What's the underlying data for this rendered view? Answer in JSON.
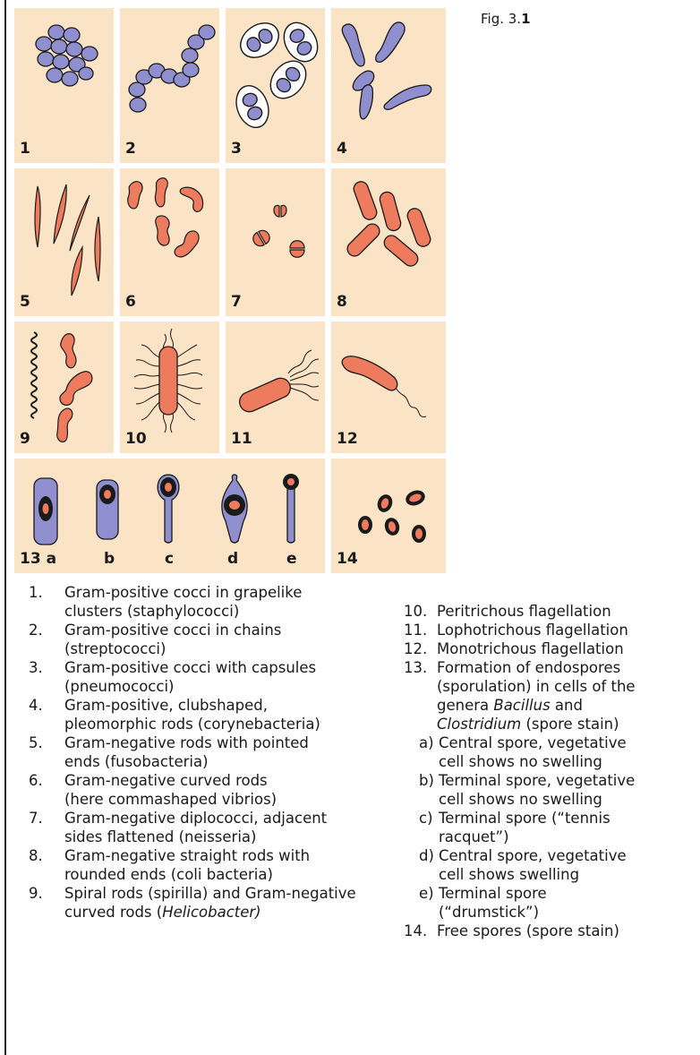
{
  "figure_label": {
    "prefix": "Fig. 3.",
    "number": "1"
  },
  "panels": {
    "p1": "1",
    "p2": "2",
    "p3": "3",
    "p4": "4",
    "p5": "5",
    "p6": "6",
    "p7": "7",
    "p8": "8",
    "p9": "9",
    "p10": "10",
    "p11": "11",
    "p12": "12",
    "p13a": "13 a",
    "p13b": "b",
    "p13c": "c",
    "p13d": "d",
    "p13e": "e",
    "p14": "14"
  },
  "colors": {
    "panel_bg": "#fbe3c6",
    "gram_positive": "#8f8fcf",
    "gram_negative": "#ee7b5e",
    "outline": "#1a1a1a"
  },
  "captions_left": [
    {
      "num": "1.",
      "lines": [
        "Gram-positive cocci in grapelike",
        "clusters (staphylococci)"
      ]
    },
    {
      "num": "2.",
      "lines": [
        "Gram-positive cocci in chains",
        "(streptococci)"
      ]
    },
    {
      "num": "3.",
      "lines": [
        "Gram-positive cocci with capsules",
        "(pneumococci)"
      ]
    },
    {
      "num": "4.",
      "lines": [
        "Gram-positive, clubshaped,",
        "pleomorphic rods (corynebacteria)"
      ]
    },
    {
      "num": "5.",
      "lines": [
        "Gram-negative rods with pointed",
        "ends (fusobacteria)"
      ]
    },
    {
      "num": "6.",
      "lines": [
        "Gram-negative curved rods",
        "(here commashaped vibrios)"
      ]
    },
    {
      "num": "7.",
      "lines": [
        "Gram-negative diplococci, adjacent",
        "sides flattened (neisseria)"
      ]
    },
    {
      "num": "8.",
      "lines": [
        "Gram-negative straight rods with",
        "rounded ends (coli bacteria)"
      ]
    },
    {
      "num": "9.",
      "lines": [
        "Spiral rods (spirilla) and Gram-negative",
        "curved rods ("
      ],
      "italic_tail": "Helicobacter)"
    }
  ],
  "captions_right": {
    "c10": {
      "num": "10.",
      "text": "Peritrichous flagellation"
    },
    "c11": {
      "num": "11.",
      "text": "Lophotrichous flagellation"
    },
    "c12": {
      "num": "12.",
      "text": "Monotrichous flagellation"
    },
    "c13": {
      "num": "13.",
      "l1": "Formation of endospores",
      "l2": "(sporulation) in cells of the",
      "l3a": "genera ",
      "l3b": "Bacillus",
      "l3c": " and",
      "l4a": "Clostridium",
      "l4b": " (spore stain)"
    },
    "a": {
      "n": "a)",
      "l1": "Central spore, vegetative",
      "l2": "cell shows no swelling"
    },
    "b": {
      "n": "b)",
      "l1": "Terminal spore, vegetative",
      "l2": "cell shows no swelling"
    },
    "c": {
      "n": "c)",
      "l1": "Terminal spore (“tennis",
      "l2": "racquet”)"
    },
    "d": {
      "n": "d)",
      "l1": "Central spore, vegetative",
      "l2": "cell shows swelling"
    },
    "e": {
      "n": "e)",
      "l1": "Terminal spore",
      "l2": "(“drumstick”)"
    },
    "c14": {
      "num": "14.",
      "text": "Free spores (spore stain)"
    }
  }
}
